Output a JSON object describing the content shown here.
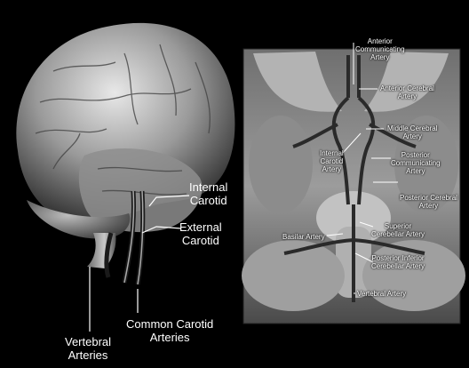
{
  "left_panel": {
    "labels": {
      "internal_carotid": [
        "Internal",
        "Carotid"
      ],
      "external_carotid": [
        "External",
        "Carotid"
      ],
      "common_carotid": [
        "Common Carotid",
        "Arteries"
      ],
      "vertebral": [
        "Vertebral",
        "Arteries"
      ]
    }
  },
  "right_panel": {
    "labels": {
      "anterior_communicating": [
        "Anterior",
        "Communicating",
        "Artery"
      ],
      "anterior_cerebral": [
        "Anterior Cerebral",
        "Artery"
      ],
      "middle_cerebral": [
        "Middle Cerebral",
        "Artery"
      ],
      "internal_carotid": [
        "Internal",
        "Carotid",
        "Artery"
      ],
      "posterior_communicating": [
        "Posterior",
        "Communicating",
        "Artery"
      ],
      "posterior_cerebral": [
        "Posterior Cerebral",
        "Artery"
      ],
      "superior_cerebellar": [
        "Superior",
        "Cerebellar Artery"
      ],
      "basilar": "Basilar Artery",
      "posterior_inferior_cerebellar": [
        "Posterior Inferior",
        "Cerebellar Artery"
      ],
      "vertebral": "Vertebral Artery"
    }
  }
}
